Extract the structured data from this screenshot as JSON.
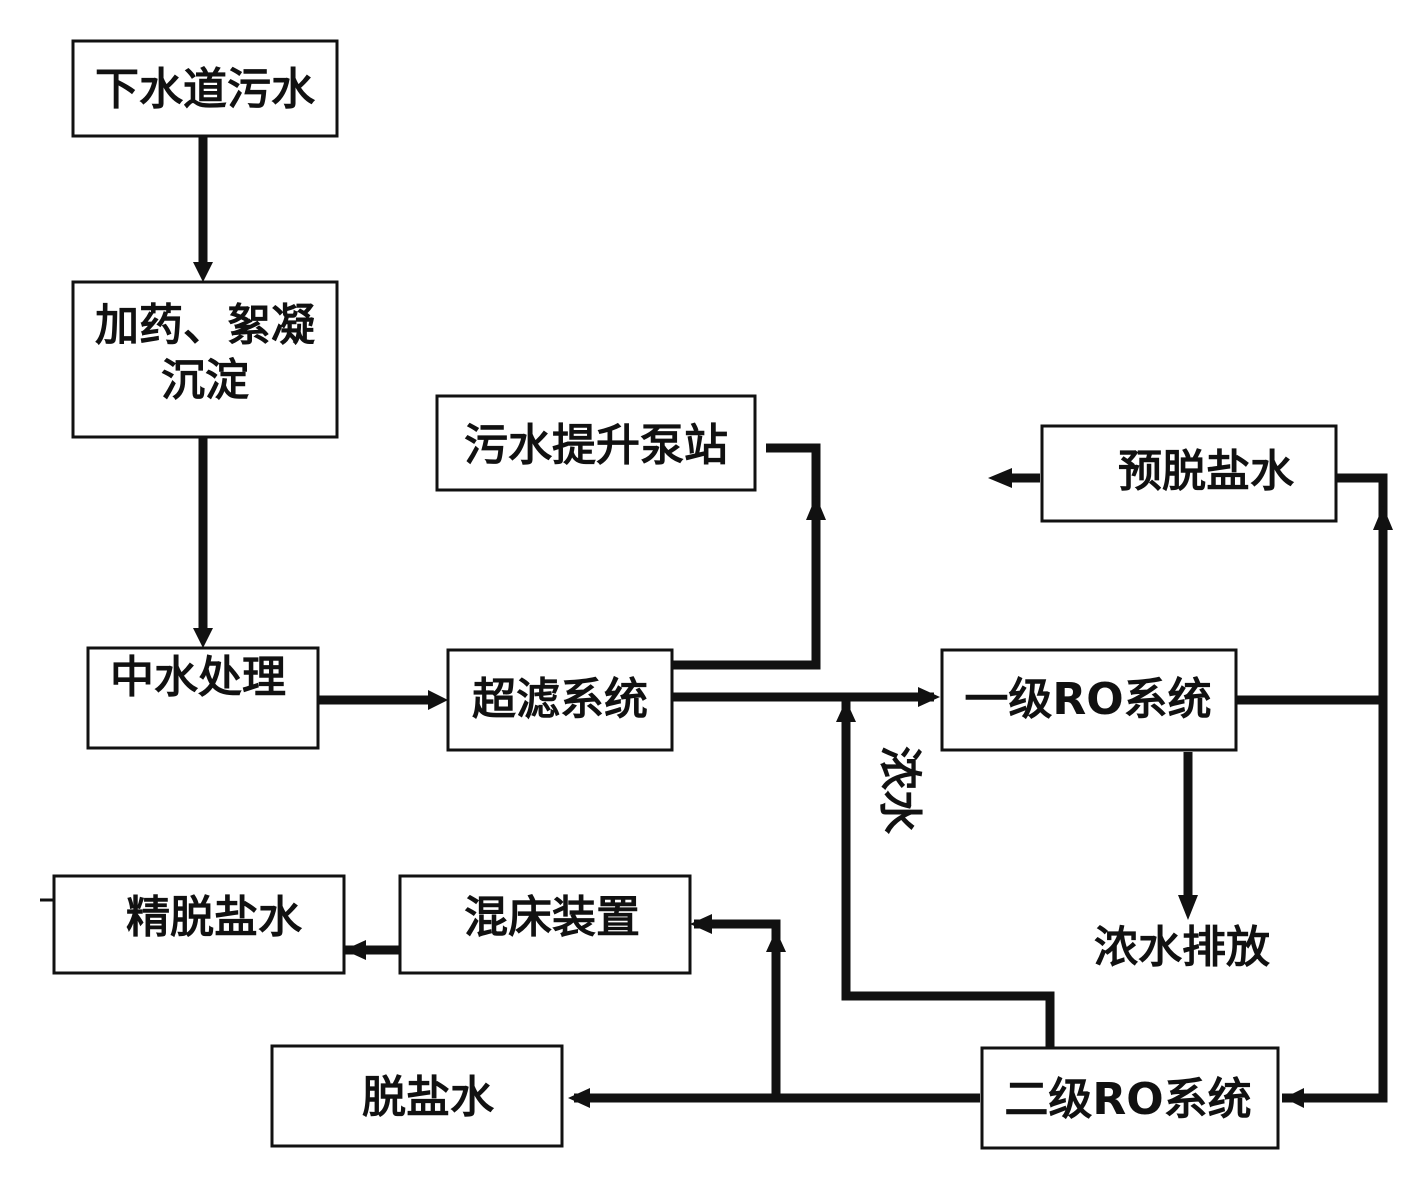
{
  "boxes": {
    "sewage": "下水道污水",
    "dosing_line1": "加药、絮凝",
    "dosing_line2": "沉淀",
    "reclaimed": "中水处理",
    "ultrafiltration": "超滤系统",
    "lift_pump": "污水提升泵站",
    "pre_desalted": "预脱盐水",
    "ro1": "一级RO系统",
    "fine_desalted": "精脱盐水",
    "mixed_bed": "混床装置",
    "desalted": "脱盐水",
    "ro2": "二级RO系统"
  },
  "labels": {
    "concentrate": "浓水",
    "concentrate_discharge": "浓水排放"
  },
  "colors": {
    "line": "#111111",
    "background": "#ffffff"
  }
}
